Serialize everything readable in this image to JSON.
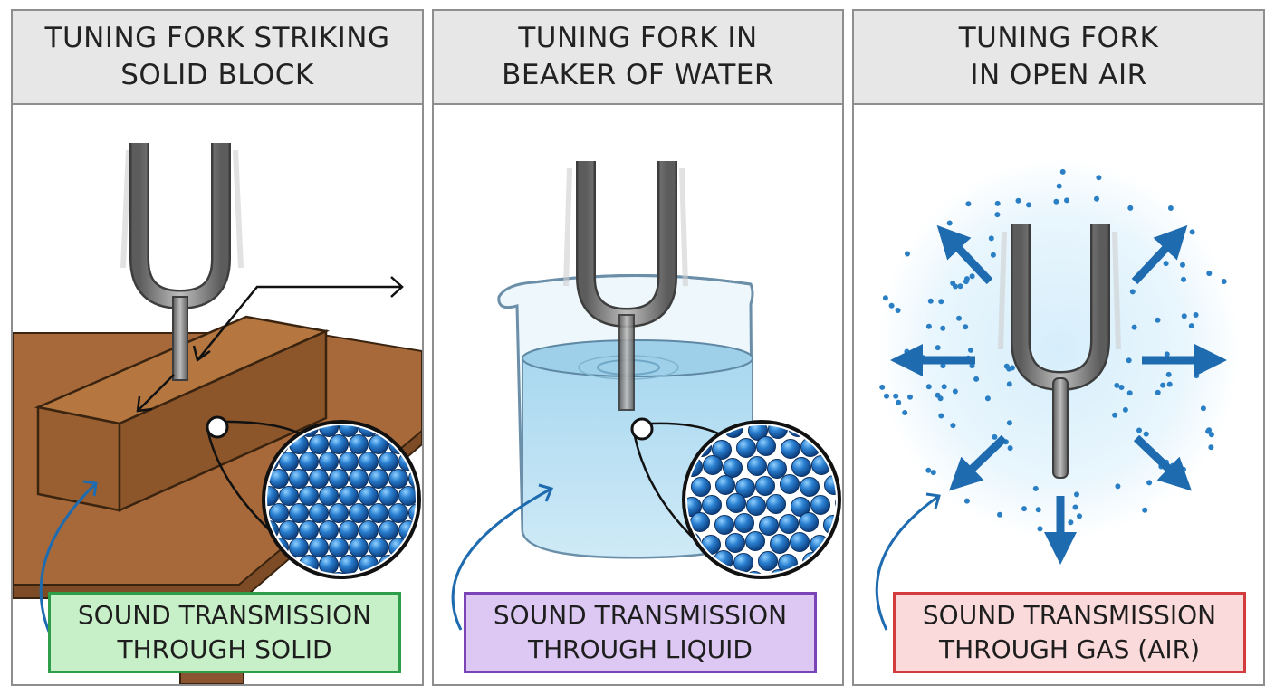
{
  "panels": [
    {
      "title_line1": "TUNING FORK STRIKING",
      "title_line2": "SOLID BLOCK",
      "label_line1": "SOUND TRANSMISSION",
      "label_line2": "THROUGH SOLID",
      "label_bg": "#c8f0c8",
      "label_border": "#2e9e4a"
    },
    {
      "title_line1": "TUNING FORK IN",
      "title_line2": "BEAKER OF WATER",
      "label_line1": "SOUND TRANSMISSION",
      "label_line2": "THROUGH LIQUID",
      "label_bg": "#dcc8f2",
      "label_border": "#7a43b6"
    },
    {
      "title_line1": "TUNING FORK",
      "title_line2": "IN OPEN AIR",
      "label_line1": "SOUND TRANSMISSION",
      "label_line2": "THROUGH GAS (AIR)",
      "label_bg": "#fadada",
      "label_border": "#d23c3c"
    }
  ],
  "colors": {
    "fork": "#8a8a8a",
    "wood": "#a8693a",
    "water": "#bfe2f3",
    "particle": "#1e6fc0",
    "arrow": "#1e6bb0",
    "air_particle": "#2a7fc4"
  }
}
